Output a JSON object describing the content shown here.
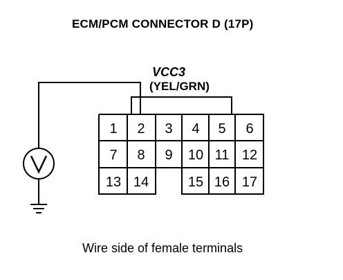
{
  "title": "ECM/PCM CONNECTOR D (17P)",
  "signal": "VCC3",
  "wire_color": "(YEL/GRN)",
  "meter_symbol": "V",
  "caption": "Wire side of female terminals",
  "pins": {
    "p1": "1",
    "p2": "2",
    "p3": "3",
    "p4": "4",
    "p5": "5",
    "p6": "6",
    "p7": "7",
    "p8": "8",
    "p9": "9",
    "p10": "10",
    "p11": "11",
    "p12": "12",
    "p13": "13",
    "p14": "14",
    "p15": "15",
    "p16": "16",
    "p17": "17"
  },
  "icons": {
    "meter": "voltmeter-icon",
    "ground": "ground-icon"
  }
}
